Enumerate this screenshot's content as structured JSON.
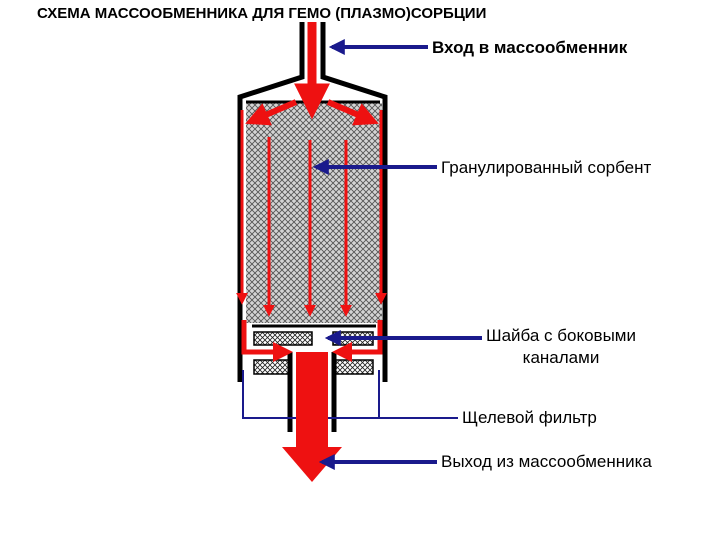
{
  "title": "СХЕМА МАССООБМЕННИКА ДЛЯ ГЕМО (ПЛАЗМО)СОРБЦИИ",
  "labels": {
    "inlet": "Вход в массообменник",
    "sorbent": "Гранулированный сорбент",
    "washer_line1": "Шайба с боковыми",
    "washer_line2": "каналами",
    "filter": "Щелевой фильтр",
    "outlet": "Выход из массообменника"
  },
  "colors": {
    "flow": "#ee1111",
    "pointer": "#1a1a8c",
    "wall": "#000000",
    "sorbent_fill": "#c8c8c8",
    "bottom_line": "#1a1a8c"
  }
}
